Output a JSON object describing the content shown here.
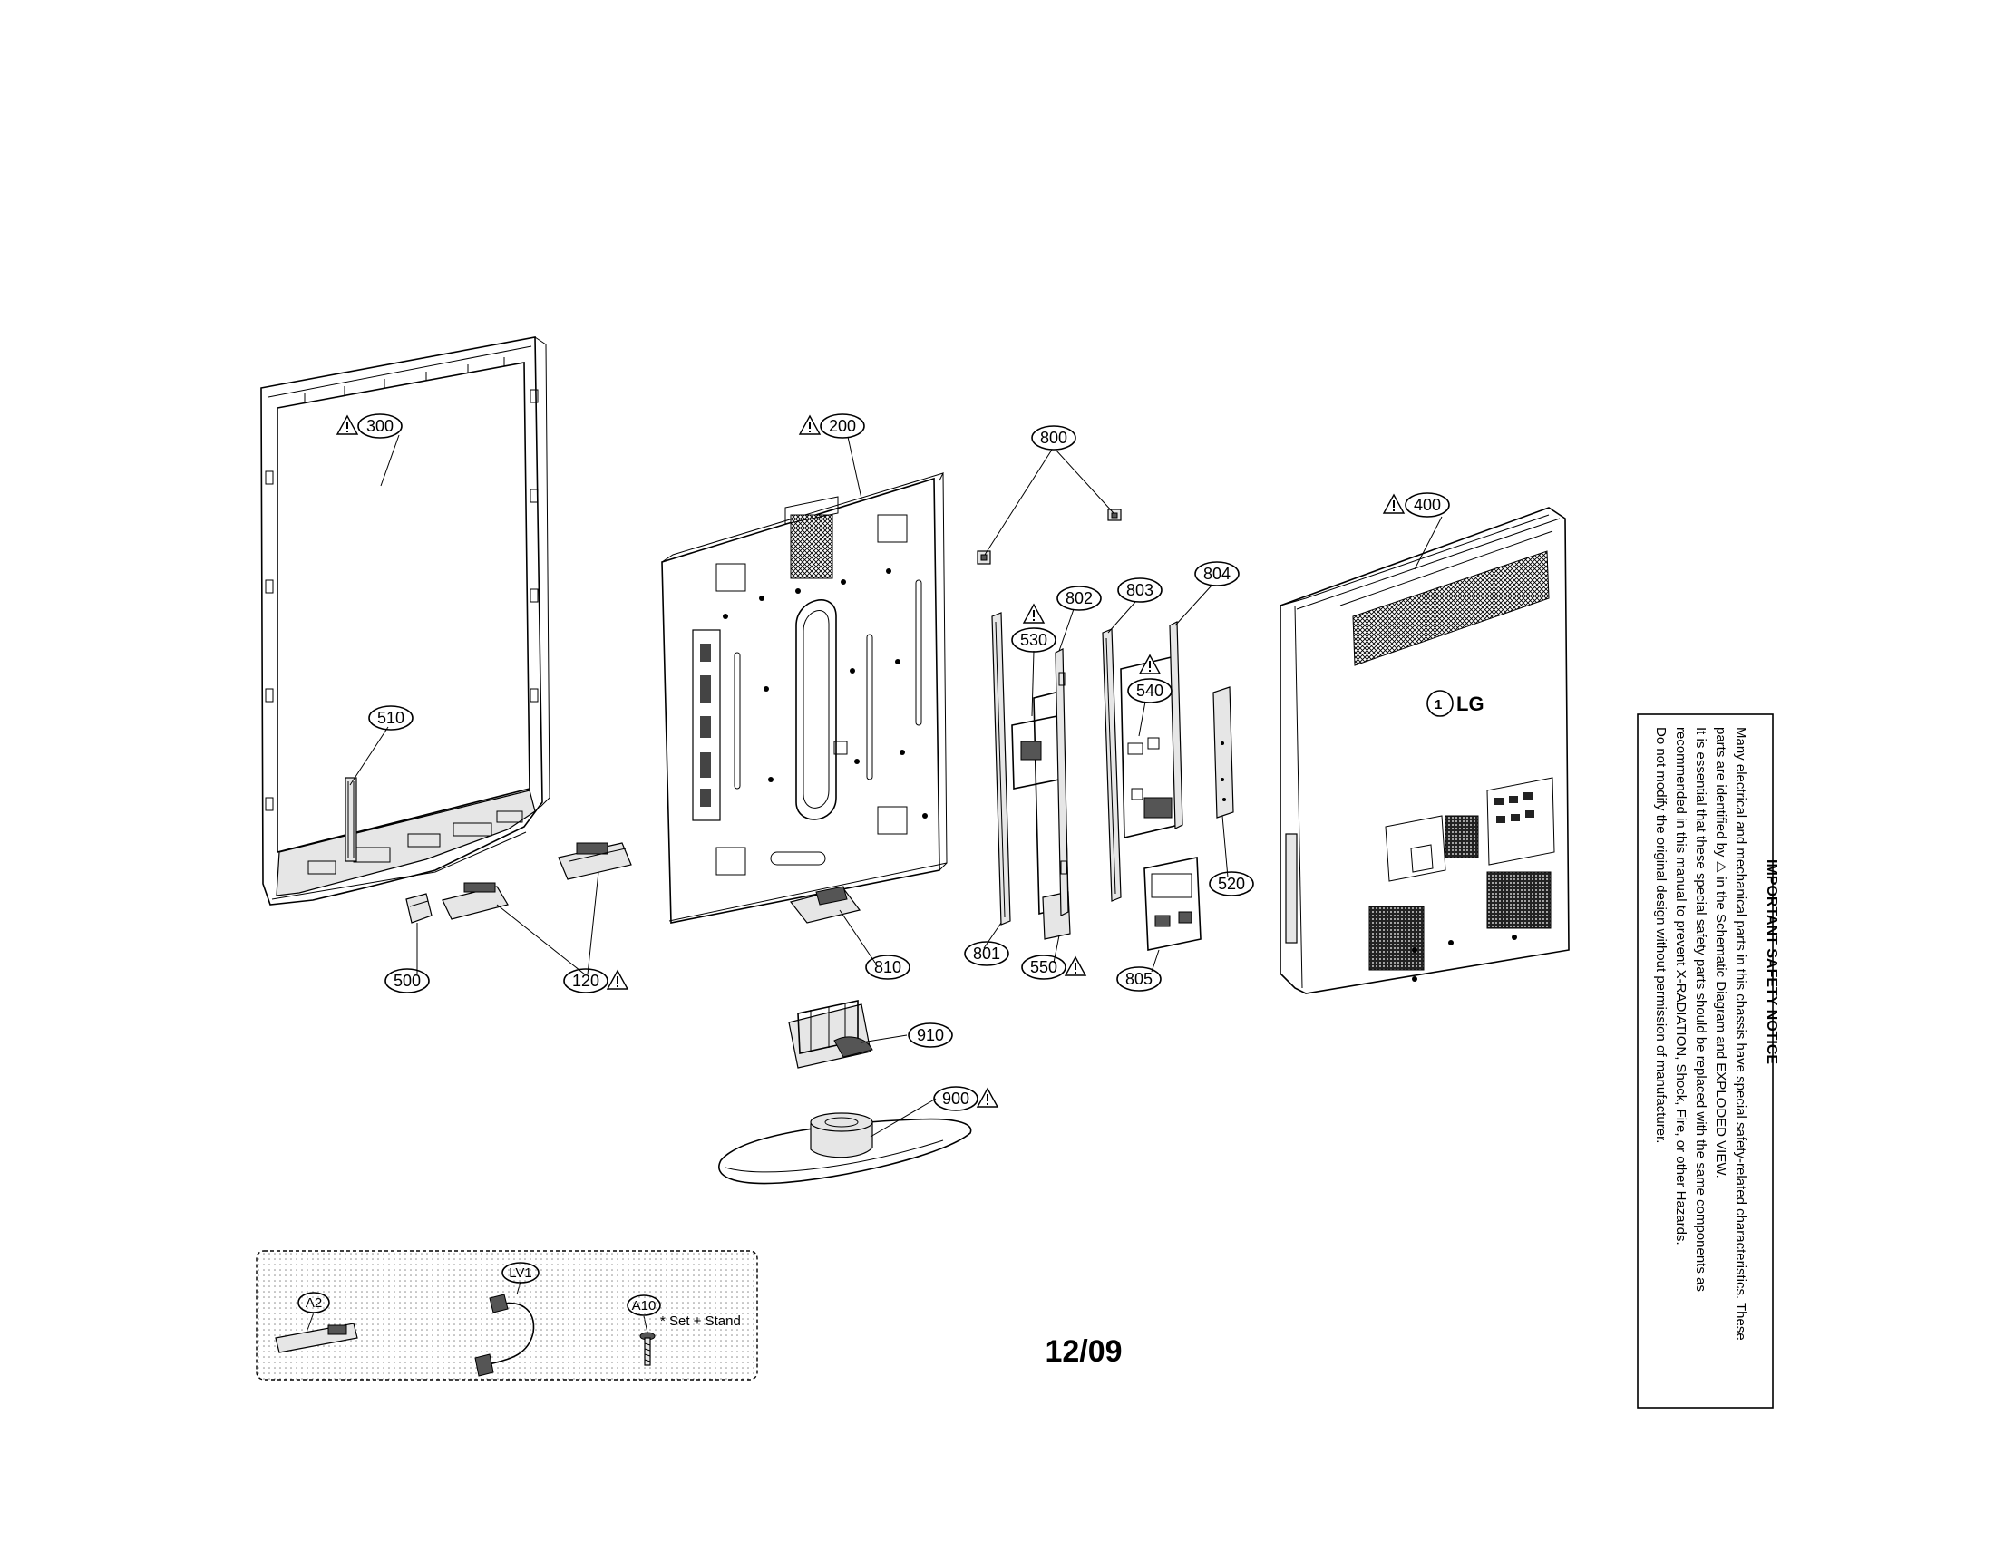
{
  "parts": {
    "p300": "300",
    "p200": "200",
    "p800": "800",
    "p400": "400",
    "p802": "802",
    "p803": "803",
    "p804": "804",
    "p530": "530",
    "p540": "540",
    "p510": "510",
    "p520": "520",
    "p500": "500",
    "p120": "120",
    "p810": "810",
    "p801": "801",
    "p550": "550",
    "p805": "805",
    "p910": "910",
    "p900": "900",
    "pA2": "A2",
    "pLV1": "LV1",
    "pA10": "A10"
  },
  "accessory_note": "* Set + Stand",
  "brand_logo": "LG",
  "page_number": "12/09",
  "safety_notice": {
    "title": "IMPORTANT SAFETY NOTICE",
    "lines": [
      "Many electrical and mechanical parts in this chassis have special safety-related characteristics. These",
      "parts are identified by ⚠ in the Schematic Diagram and EXPLODED VIEW.",
      "It is essential that these special safety parts should be replaced with the same components as",
      "recommended in this manual to prevent X-RADIATION, Shock, Fire, or other Hazards.",
      "Do not modify the original design without permission of manufacturer."
    ]
  },
  "icons": {
    "warning": "warning-triangle-icon"
  }
}
